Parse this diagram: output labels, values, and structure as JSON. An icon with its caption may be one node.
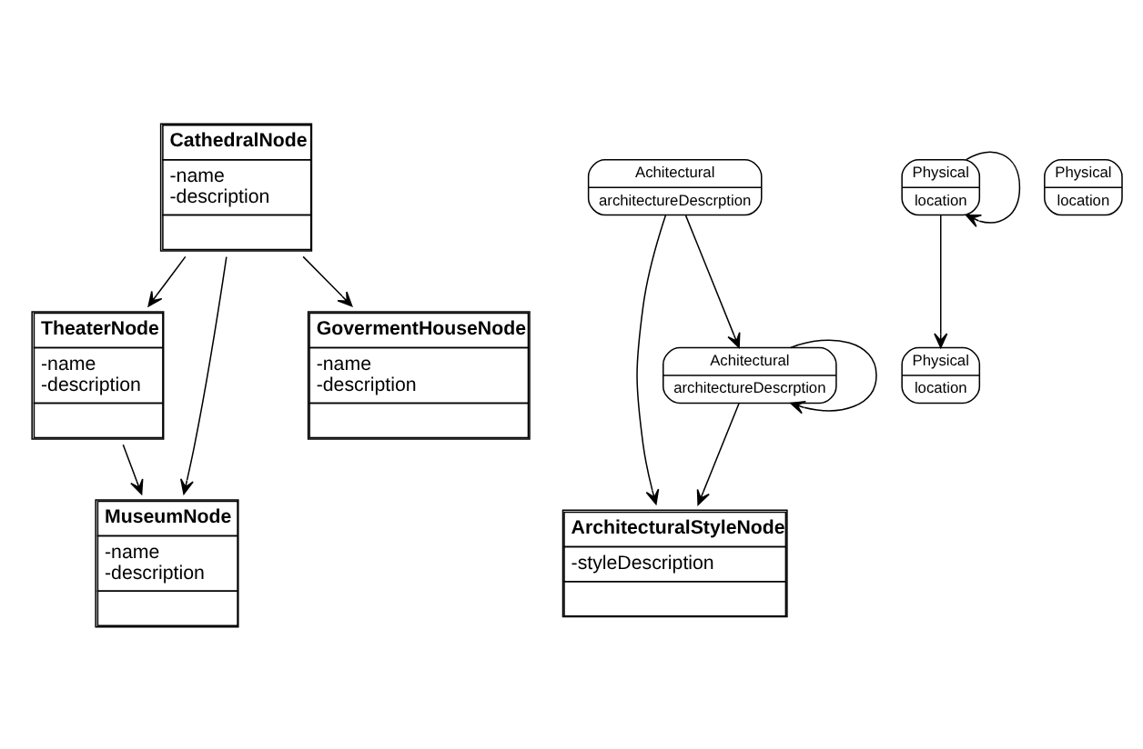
{
  "diagram": {
    "nodes": [
      {
        "text": [
          "TheaterNode",
          "-name -description"
        ]
      },
      {
        "text": [
          "MuseumNode",
          "-name -description"
        ]
      },
      {
        "text": [
          "CathedralNode",
          "-name -description"
        ]
      },
      {
        "text": [
          "ArchitecturalStyleNode",
          "-styleDescription"
        ]
      },
      {
        "text": [
          "GovermentHouseNode",
          "-name -description"
        ]
      },
      {
        "text": [
          "Physical",
          "location"
        ]
      },
      {
        "text": [
          "Achitectural",
          "architectureDescrption"
        ]
      },
      {
        "text": [
          "Physical",
          "location"
        ]
      },
      {
        "text": [
          "Achitectural",
          "architectureDescrption"
        ]
      },
      {
        "text": [
          "Physical",
          "location"
        ]
      }
    ],
    "edges": [
      {
        "from": 0,
        "to": 1,
        "arrow": "to"
      },
      {
        "from": 2,
        "to": 1,
        "arrow": "to"
      },
      {
        "from": 2,
        "to": 0,
        "arrow": "to"
      },
      {
        "from": 7,
        "to": 5,
        "arrow": "to"
      },
      {
        "from": 7,
        "to": 7,
        "arrow": "to"
      },
      {
        "from": 6,
        "to": 6,
        "arrow": "to"
      },
      {
        "from": 8,
        "to": 6,
        "arrow": "to"
      },
      {
        "from": 6,
        "to": 3,
        "arrow": "to"
      },
      {
        "from": 8,
        "to": 3,
        "arrow": "to"
      },
      {
        "from": 2,
        "to": 4,
        "arrow": "to"
      }
    ]
  }
}
